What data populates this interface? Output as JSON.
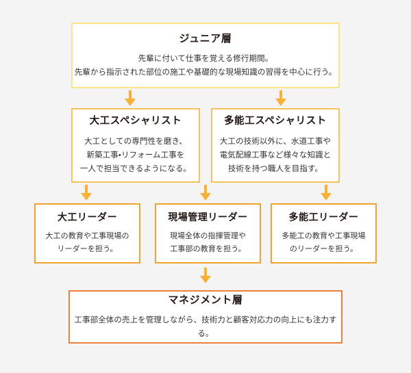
{
  "meta": {
    "background_color": "#f4f4f4",
    "arrow_color": "#f8b133"
  },
  "diagram": {
    "type": "flowchart-vertical",
    "tiers": [
      {
        "id": "junior",
        "title": "ジュニア層",
        "border_color": "#fbe38a",
        "lines": [
          "先輩に付いて仕事を覚える修行期間。",
          "先輩から指示された部位の施工や基礎的な現場知識の習得を中心に行う。"
        ]
      },
      {
        "id": "specialists",
        "border_color": "#f5c257",
        "boxes": [
          {
            "title": "大工スペシャリスト",
            "lines": [
              "大工としての専門性を磨き、",
              "新築工事・リフォーム工事を",
              "一人で担当できるようになる。"
            ]
          },
          {
            "title": "多能工スペシャリスト",
            "lines": [
              "大工の技術以外に、水道工事や",
              "電気配線工事など様々な知識と",
              "技術を持つ職人を目指す。"
            ]
          }
        ]
      },
      {
        "id": "leaders",
        "border_color": "#f2a22e",
        "boxes": [
          {
            "title": "大工リーダー",
            "lines": [
              "大工の教育や工事現場の",
              "リーダーを担う。"
            ]
          },
          {
            "title": "現場管理リーダー",
            "lines": [
              "現場全体の指揮管理や",
              "工事部の教育を担う。"
            ]
          },
          {
            "title": "多能工リーダー",
            "lines": [
              "多能工の教育や工事現場",
              "のリーダーを担う。"
            ]
          }
        ]
      },
      {
        "id": "management",
        "title": "マネジメント層",
        "border_color": "#ed7f3c",
        "lines": [
          "工事部全体の売上を管理しながら、技術力と顧客対応力の向上にも注力する。"
        ]
      }
    ],
    "arrows": [
      {
        "id": "junior-to-carpenter-specialist"
      },
      {
        "id": "junior-to-multiskilled-specialist"
      },
      {
        "id": "carpenter-specialist-to-carpenter-leader"
      },
      {
        "id": "specialists-to-site-management-leader"
      },
      {
        "id": "multiskilled-specialist-to-multiskilled-leader"
      },
      {
        "id": "leaders-to-management"
      }
    ]
  }
}
